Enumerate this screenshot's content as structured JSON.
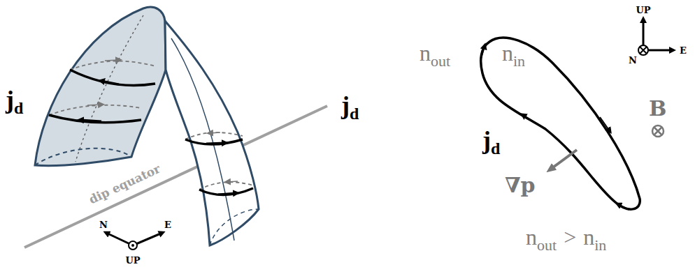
{
  "diagram": {
    "labels": [
      "j",
      "d",
      "j",
      "d",
      "dip equator",
      "N",
      "E",
      "UP",
      "UP",
      "N",
      "E",
      "n",
      "out",
      "n",
      "in",
      "j",
      "d",
      "B",
      "∇p",
      "n",
      "out",
      ">",
      "n",
      "in"
    ]
  }
}
